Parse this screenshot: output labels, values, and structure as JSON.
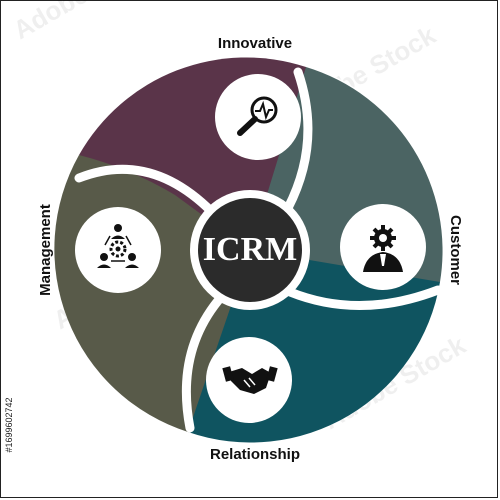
{
  "diagram": {
    "center_label": "ICRM",
    "segments": [
      {
        "label": "Innovative",
        "color": "#5a3449",
        "icon": "magnifier-pulse-icon"
      },
      {
        "label": "Customer",
        "color": "#4b6463",
        "icon": "person-gear-icon"
      },
      {
        "label": "Relationship",
        "color": "#0f5460",
        "icon": "handshake-icon"
      },
      {
        "label": "Management",
        "color": "#585a49",
        "icon": "team-gear-icon"
      }
    ],
    "center_color": "#2b2b2b"
  },
  "watermark": {
    "brand": "Adobe Stock",
    "id": "#1699602742"
  }
}
